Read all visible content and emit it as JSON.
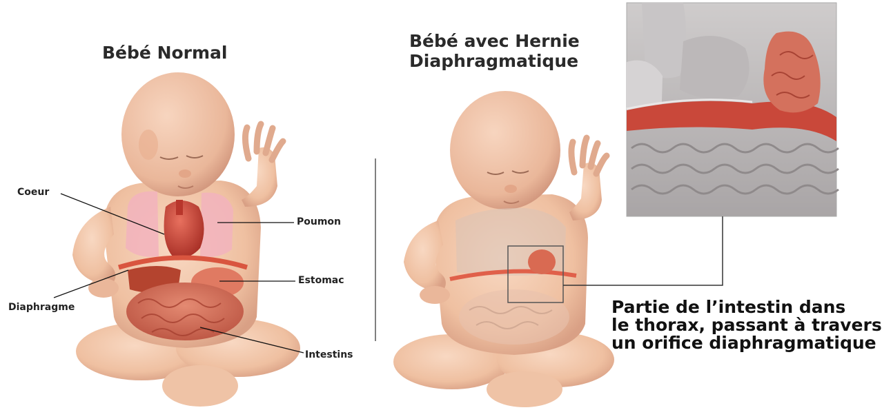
{
  "left_panel": {
    "title": "Bébé Normal",
    "labels": {
      "coeur": "Coeur",
      "poumon": "Poumon",
      "estomac": "Estomac",
      "diaphragme": "Diaphragme",
      "intestins": "Intestins"
    }
  },
  "right_panel": {
    "title_line1": "Bébé avec Hernie",
    "title_line2": "Diaphragmatique",
    "caption_line1": "Partie de l’intestin dans",
    "caption_line2": "le thorax, passant à travers",
    "caption_line3": "un orifice diaphragmatique"
  },
  "colors": {
    "skin": "#f3c8ab",
    "skin_shadow": "#d99f83",
    "organ_red": "#c9463a",
    "lung_pink": "#f2b3bd",
    "intestine": "#cd6a55",
    "diaphragm": "#d9553f",
    "inset_gray": "#b9b6b6"
  }
}
